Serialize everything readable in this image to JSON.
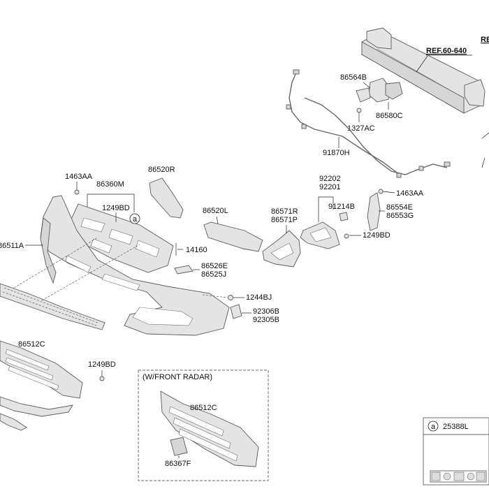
{
  "labels": {
    "ref_60_640": "REF.60-640",
    "ref_edge": "RE",
    "p86564B": "86564B",
    "p86580C": "86580C",
    "p1327AC": "1327AC",
    "p91870H": "91870H",
    "p1463AA_top": "1463AA",
    "p86360M": "86360M",
    "p1249BD_top": "1249BD",
    "p86520R": "86520R",
    "p86520L": "86520L",
    "p14160": "14160",
    "p86511A": "86511A",
    "p86526E": "86526E",
    "p86525J": "86525J",
    "p1244BJ": "1244BJ",
    "p92306B": "92306B",
    "p92305B": "92305B",
    "p86571R": "86571R",
    "p86571P": "86571P",
    "p92202": "92202",
    "p92201": "92201",
    "p91214B": "91214B",
    "p1463AA_right": "1463AA",
    "p86554E": "86554E",
    "p86553G": "86553G",
    "p1249BD_right": "1249BD",
    "p86512C_left": "86512C",
    "p1249BD_left": "1249BD",
    "p86512C_box": "86512C",
    "p86367F": "86367F",
    "callout_a": "a",
    "legend_a": "a",
    "p25388L": "25388L"
  },
  "radar_box": {
    "title": "(W/FRONT RADAR)"
  }
}
